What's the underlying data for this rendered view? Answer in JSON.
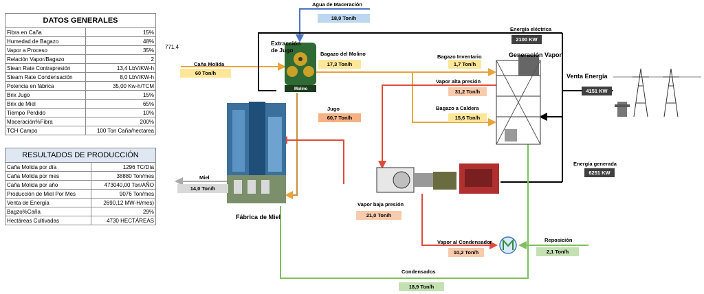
{
  "general": {
    "title": "DATOS GENERALES",
    "rows": [
      {
        "label": "Fibra en Caña",
        "value": "15%"
      },
      {
        "label": "Humedad de Bagazo",
        "value": "48%"
      },
      {
        "label": "Vapor a Proceso",
        "value": "35%"
      },
      {
        "label": "Relación Vapor/Bagazo",
        "value": "2"
      },
      {
        "label": "Stean Rate Contrapresión",
        "value": "13,4 LbV/KW-h"
      },
      {
        "label": "Steam Rate Condensación",
        "value": "8,0 LbV/KW-h"
      },
      {
        "label": "Potencia en fábrica",
        "value": "35,00 Kw-h/TCM"
      },
      {
        "label": "Brix Jugo",
        "value": "15%"
      },
      {
        "label": "Brix de Miel",
        "value": "65%"
      },
      {
        "label": "Tiempo Perdido",
        "value": "10%"
      },
      {
        "label": "Maceración%Fibra",
        "value": "200%"
      },
      {
        "label": "TCH Campo",
        "value": "100 Ton Caña/hectarea"
      }
    ],
    "side_value": "771,4"
  },
  "production": {
    "title": "RESULTADOS DE PRODUCCIÓN",
    "rows": [
      {
        "label": "Caña Molida por día",
        "value": "1296 TC/Día"
      },
      {
        "label": "Caña Molida por mes",
        "value": "38880 Ton/mes"
      },
      {
        "label": "Caña Molida por año",
        "value": "473040,00 Ton/AÑO"
      },
      {
        "label": "Producción de Miel Por Mes",
        "value": "9076 Ton/mes"
      },
      {
        "label": "Venta de Energía",
        "value": "2690,12 MW-H/mes)"
      },
      {
        "label": "Bagzo%Caña",
        "value": "29%"
      },
      {
        "label": "Hectáreas Cultivadas",
        "value": "4730   HECTÁREAS"
      }
    ]
  },
  "flows": {
    "agua": {
      "label": "Agua de Maceración",
      "value": "18,0 Ton/h"
    },
    "cana": {
      "label": "Caña Molida",
      "value": "60 Ton/h"
    },
    "bagazo_molino": {
      "label": "Bagazo del Molino",
      "value": "17,3 Ton/h"
    },
    "jugo": {
      "label": "Jugo",
      "value": "60,7 Ton/h"
    },
    "bagazo_inv": {
      "label": "Bagazo Inventario",
      "value": "1,7 Ton/h"
    },
    "vapor_alta": {
      "label": "Vapor alta presión",
      "value": "31,2 Ton/h"
    },
    "bagazo_caldera": {
      "label": "Bagazo a Caldera",
      "value": "15,6 Ton/h"
    },
    "miel": {
      "label": "Miel",
      "value": "14,0 Ton/h"
    },
    "vapor_baja": {
      "label": "Vapor baja presión",
      "value": "21,0 Ton/h"
    },
    "vapor_cond": {
      "label": "Vapor al Condensador",
      "value": "10,2 Ton/h"
    },
    "reposicion": {
      "label": "Reposición",
      "value": "2,1 Ton/h"
    },
    "condensados": {
      "label": "Condensados",
      "value": "18,9 Ton/h"
    }
  },
  "energy": {
    "electrica": {
      "label": "Energía eléctrica",
      "value": "2100 KW"
    },
    "venta": {
      "label": "Venta Energía",
      "value": "4151 KW"
    },
    "generada": {
      "label": "Energía generada",
      "value": "6251 KW"
    }
  },
  "units": {
    "extraccion": "Extracción de Jugo",
    "molino": "Molino",
    "generacion": "Generación Vapor",
    "fabrica": "Fábrica de Miel"
  }
}
